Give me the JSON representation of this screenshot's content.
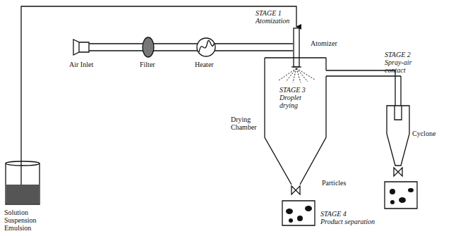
{
  "diagram": {
    "labels": [
      "STAGE 1",
      "Atomization",
      "Atomizer",
      "STAGE 2",
      "Spray-air contact",
      "Cyclone",
      "Air Inlet",
      "Filter",
      "Heater",
      "STAGE 3",
      "Droplet drying",
      "Drying Chamber",
      "Solution Suspension Emulsion",
      "Particles",
      "STAGE 4",
      "Product separation"
    ]
  }
}
